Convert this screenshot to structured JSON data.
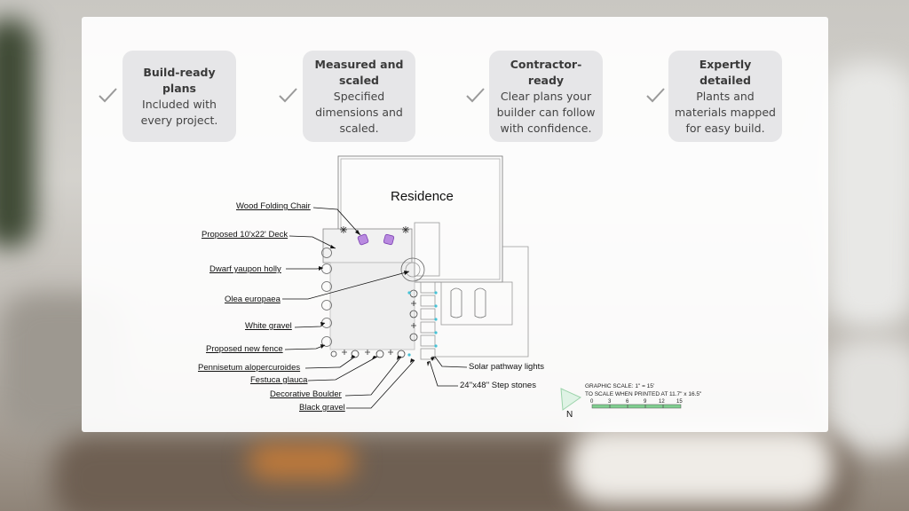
{
  "features": [
    {
      "title": "Build-ready plans",
      "body": "Included with every project."
    },
    {
      "title": "Measured and scaled",
      "body": "Specified dimensions and scaled."
    },
    {
      "title": "Contractor-ready",
      "body": "Clear plans your builder can follow with confidence."
    },
    {
      "title": "Expertly detailed",
      "body": "Plants and materials mapped for easy build."
    }
  ],
  "plan": {
    "residence_label": "Residence",
    "callouts_left": [
      "Wood Folding Chair",
      "Proposed 10'x22' Deck",
      "Dwarf yaupon holly",
      "Olea europaea",
      "White gravel",
      "Proposed new fence",
      "Pennisetum alopercuroides",
      "Festuca glauca",
      "Decorative Boulder",
      "Black gravel"
    ],
    "callouts_right": [
      "Solar pathway lights",
      "24''x48'' Step stones"
    ],
    "north_label": "N",
    "scale_line1": "GRAPHIC SCALE: 1\" = 15'",
    "scale_line2": "TO SCALE WHEN PRINTED AT 11.7\" x 16.5\"",
    "scale_ticks": [
      "0",
      "3",
      "6",
      "9",
      "12",
      "15"
    ]
  },
  "colors": {
    "check": "#9a9a9a",
    "card": "#e6e6e8",
    "chair": "#9a5bd0",
    "scale_bar": "#7fcf8f",
    "light": "#45c2d6"
  }
}
